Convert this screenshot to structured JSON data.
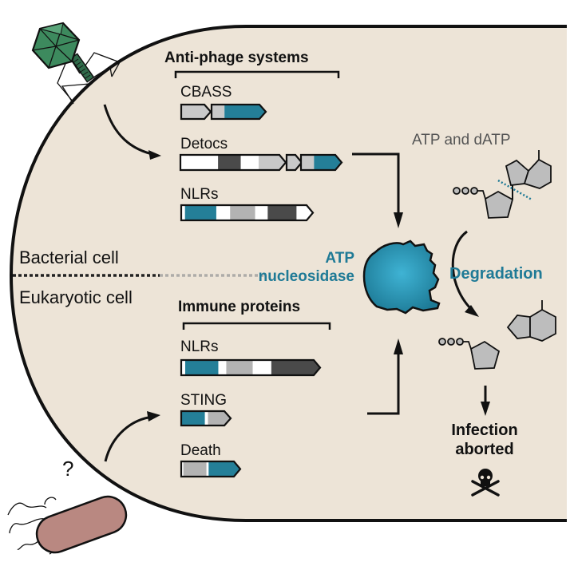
{
  "colors": {
    "cell_fill": "#ede4d7",
    "teal": "#247f98",
    "teal_text": "#1f7a96",
    "light_gray": "#c9c9c9",
    "mid_gray": "#b3b3b3",
    "dark_gray": "#4a4a4a",
    "white": "#ffffff",
    "phage_green": "#3d8a5e",
    "bacterium_fill": "#b98881",
    "molecule_fill": "#bdbdbd",
    "outline": "#111111"
  },
  "labels": {
    "anti_phage_header": "Anti-phage systems",
    "cbass": "CBASS",
    "detocs": "Detocs",
    "nlrs_bacterial": "NLRs",
    "bacterial_cell": "Bacterial cell",
    "eukaryotic_cell": "Eukaryotic cell",
    "immune_header": "Immune proteins",
    "nlrs_eukaryotic": "NLRs",
    "sting": "STING",
    "death": "Death",
    "atp_nucleosidase_line1": "ATP",
    "atp_nucleosidase_line2": "nucleosidase",
    "atp_datp": "ATP and dATP",
    "degradation": "Degradation",
    "infection_line1": "Infection",
    "infection_line2": "aborted",
    "question_mark": "?"
  },
  "icons": {
    "phage": "bacteriophage-icon",
    "bacterium": "bacterium-icon",
    "enzyme": "atp-nucleosidase-blob-icon",
    "atp_molecule": "atp-molecule-icon",
    "skull": "skull-crossbones-icon"
  },
  "gene_systems": {
    "cbass": [
      {
        "segments": [
          {
            "domain": "light_gray",
            "frac": 1.0
          }
        ]
      },
      {
        "segments": [
          {
            "domain": "light_gray",
            "frac": 0.27
          },
          {
            "domain": "teal",
            "frac": 0.73
          }
        ]
      }
    ],
    "detocs": [
      {
        "segments": [
          {
            "domain": "white",
            "frac": 0.38
          },
          {
            "domain": "dark_gray",
            "frac": 0.23
          },
          {
            "domain": "white",
            "frac": 0.18
          },
          {
            "domain": "light_gray",
            "frac": 0.21
          }
        ]
      },
      {
        "segments": [
          {
            "domain": "light_gray",
            "frac": 1.0
          }
        ]
      },
      {
        "segments": [
          {
            "domain": "light_gray",
            "frac": 0.38
          },
          {
            "domain": "teal",
            "frac": 0.62
          }
        ]
      }
    ],
    "nlrs_bacterial": [
      {
        "segments": [
          {
            "domain": "white",
            "frac": 0.03
          },
          {
            "domain": "teal",
            "frac": 0.25
          },
          {
            "domain": "white",
            "frac": 0.11
          },
          {
            "domain": "mid_gray",
            "frac": 0.2
          },
          {
            "domain": "white",
            "frac": 0.1
          },
          {
            "domain": "dark_gray",
            "frac": 0.23
          },
          {
            "domain": "white",
            "frac": 0.08
          }
        ]
      }
    ],
    "nlrs_eukaryotic": [
      {
        "segments": [
          {
            "domain": "white",
            "frac": 0.03
          },
          {
            "domain": "teal",
            "frac": 0.25
          },
          {
            "domain": "white",
            "frac": 0.06
          },
          {
            "domain": "mid_gray",
            "frac": 0.2
          },
          {
            "domain": "white",
            "frac": 0.14
          },
          {
            "domain": "dark_gray",
            "frac": 0.32
          }
        ]
      }
    ],
    "sting": [
      {
        "segments": [
          {
            "domain": "teal",
            "frac": 0.55
          },
          {
            "domain": "white",
            "frac": 0.07
          },
          {
            "domain": "mid_gray",
            "frac": 0.38
          }
        ]
      }
    ],
    "death": [
      {
        "segments": [
          {
            "domain": "white",
            "frac": 0.04
          },
          {
            "domain": "mid_gray",
            "frac": 0.44
          },
          {
            "domain": "white",
            "frac": 0.04
          },
          {
            "domain": "teal",
            "frac": 0.48
          }
        ]
      }
    ]
  }
}
